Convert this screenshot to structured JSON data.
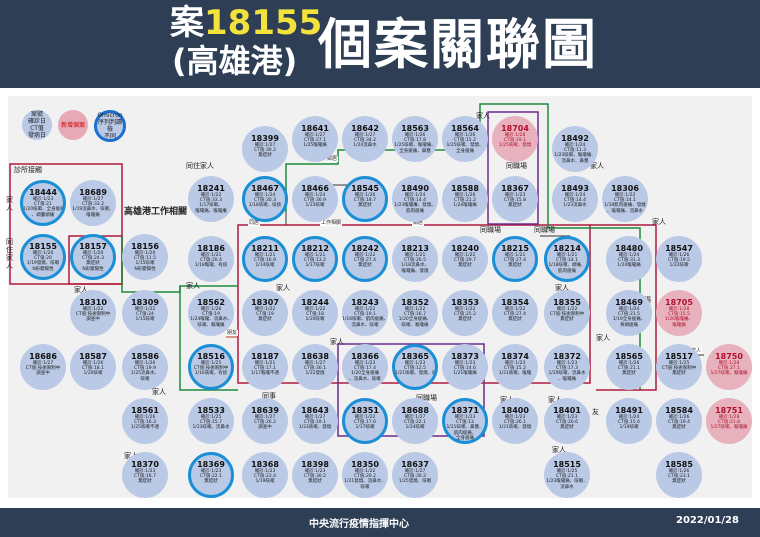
{
  "header": {
    "title_prefix": "案",
    "title_number": "18155",
    "title_sub": "(高雄港)",
    "title_right": "個案關聯圖"
  },
  "legend": {
    "confirmed": [
      "案號",
      "確診日",
      "CT值",
      "發病日"
    ],
    "new_case": "新增個案",
    "omicron": [
      "Omicron",
      "序列判讀檢",
      "不同"
    ]
  },
  "labels": {
    "clinic": "診所接觸",
    "family1": "家人",
    "cohabit": "同住家人",
    "port_work": "高雄港工作相關",
    "cohabit_person": "同住家人",
    "family_top": "家人",
    "colleague1": "同職場",
    "colleague2": "同職場",
    "colleague3": "同職場",
    "family_right": "家人",
    "family_mid": "家人",
    "family_mid2": "家人",
    "family_310": "家人",
    "family_left_bottom": "家人",
    "family_bottom": "家人",
    "family_right_mid": "家人",
    "friend": "友",
    "family_18366": "家人",
    "same_room": "同事",
    "same_ship": "同職場",
    "family_right2": "家人",
    "colleague_right": "同職場",
    "family_18561": "家人",
    "family_18400": "家人",
    "family_18401": "家人",
    "family_18515": "家人",
    "rel_a": "鄰居",
    "rel_b": "工作相關",
    "rel_c": "同車",
    "rel_d": "鄰居",
    "rel_e": "同居",
    "rel_f": "朋友",
    "rel_g": "家人",
    "rel_h": "同車"
  },
  "footer": {
    "org": "中央流行疫情指揮中心",
    "date": "2022/01/28"
  },
  "cases": [
    {
      "id": "18399",
      "l": [
        "確診:1/27",
        "CT值:30.2",
        "無症狀"
      ],
      "t": "normal"
    },
    {
      "id": "18641",
      "l": [
        "確診:1/27",
        "CT值:27.1",
        "1/25喉嚨痛"
      ],
      "t": "normal"
    },
    {
      "id": "18642",
      "l": [
        "確診:1/27",
        "CT值:34.2",
        "1/24流鼻水"
      ],
      "t": "normal"
    },
    {
      "id": "18563",
      "l": [
        "確診:1/26",
        "CT值:17.8",
        "1/25咳嗽、喉嚨痛、",
        "全身痠痛、鼻塞"
      ],
      "t": "normal"
    },
    {
      "id": "18564",
      "l": [
        "確診:1/26",
        "CT值:15.2",
        "1/25咳嗽、發燒、",
        "全身痠痛"
      ],
      "t": "normal"
    },
    {
      "id": "18704",
      "l": [
        "確診:1/28",
        "CT值:19.1",
        "1/25咳嗽、發燒"
      ],
      "t": "new"
    },
    {
      "id": "18492",
      "l": [
        "確診:1/24",
        "CT值:11.3",
        "1/23咳嗽、喉嚨痛、",
        "流鼻水、鼻塞"
      ],
      "t": "normal"
    },
    {
      "id": "18444",
      "l": [
        "確診:1/23",
        "CT值:21",
        "1/20咳嗽、全身痠痛",
        "、頭暈頭痛"
      ],
      "t": "omi"
    },
    {
      "id": "18689",
      "l": [
        "確診:1/27",
        "CT值:33.2",
        "1/19流鼻水、咳嗽、",
        "喉嚨痛"
      ],
      "t": "normal"
    },
    {
      "id": "18241",
      "l": [
        "確診:1/22",
        "CT值:33.3",
        "1/17咳嗽、",
        "喉嚨痛、喉嚨癢"
      ],
      "t": "normal"
    },
    {
      "id": "18467",
      "l": [
        "確診:1/24",
        "CT值:30.3",
        "1/18咳嗽、咳痰"
      ],
      "t": "omi"
    },
    {
      "id": "18466",
      "l": [
        "確診:1/24",
        "CT值:30.9",
        "1/23咳嗽"
      ],
      "t": "normal"
    },
    {
      "id": "18545",
      "l": [
        "確診:1/26",
        "CT值:18.7",
        "無症狀"
      ],
      "t": "omi"
    },
    {
      "id": "18490",
      "l": [
        "確診:1/24",
        "CT值:14.4",
        "1/23喉嚨癢、發燒、",
        "肌肉痠痛"
      ],
      "t": "normal"
    },
    {
      "id": "18588",
      "l": [
        "確診:1/26",
        "CT值:21.2",
        "1/24喉嚨痛"
      ],
      "t": "normal"
    },
    {
      "id": "18367",
      "l": [
        "確診:1/23",
        "CT值:15.8",
        "無症狀"
      ],
      "t": "normal"
    },
    {
      "id": "18493",
      "l": [
        "確診:1/24",
        "CT值:14.4",
        "1/23流鼻水"
      ],
      "t": "normal"
    },
    {
      "id": "18306",
      "l": [
        "確診:1/22",
        "CT值:14.1",
        "1/18肌肉痠痛、發燒",
        "、喉嚨痛、流鼻水"
      ],
      "t": "normal"
    },
    {
      "id": "18155",
      "l": [
        "確診:1/20",
        "CT值:20",
        "1/19發燒、咳嗽",
        "N形變陽性"
      ],
      "t": "omi"
    },
    {
      "id": "18157",
      "l": [
        "確診:1/20",
        "CT值:24.3",
        "無症狀",
        "N形變陽性"
      ],
      "t": "omi"
    },
    {
      "id": "18156",
      "l": [
        "確診:1/20",
        "CT值:11.5",
        "1/15咳嗽",
        "N形變陽性"
      ],
      "t": "normal"
    },
    {
      "id": "18186",
      "l": [
        "確診:1/21",
        "CT值:20.4",
        "1/18喉嚨、有痰"
      ],
      "t": "normal"
    },
    {
      "id": "18211",
      "l": [
        "確診:1/21",
        "CT值:16.9",
        "1/14咳嗽"
      ],
      "t": "omi"
    },
    {
      "id": "18212",
      "l": [
        "確診:1/21",
        "CT值:13.2",
        "1/17咳嗽"
      ],
      "t": "omi"
    },
    {
      "id": "18242",
      "l": [
        "確診:1/22",
        "CT值:27.4",
        "無症狀"
      ],
      "t": "omi"
    },
    {
      "id": "18213",
      "l": [
        "確診:1/21",
        "CT值:26.5",
        "1/18流鼻水、",
        "喉嚨痛、發燒"
      ],
      "t": "normal"
    },
    {
      "id": "18240",
      "l": [
        "確診:1/22",
        "CT值:29.7",
        "無症狀"
      ],
      "t": "normal"
    },
    {
      "id": "18215",
      "l": [
        "確診:1/21",
        "CT值:27.4",
        "無症狀"
      ],
      "t": "omi"
    },
    {
      "id": "18214",
      "l": [
        "確診:1/21",
        "CT值:14.1",
        "1/18咳嗽、頭痛、",
        "肌肉痠痛"
      ],
      "t": "omi"
    },
    {
      "id": "18480",
      "l": [
        "確診:1/24",
        "CT值:31.3",
        "1/24喉嚨痛"
      ],
      "t": "normal"
    },
    {
      "id": "18547",
      "l": [
        "確診:1/26",
        "CT值:19.5",
        "1/22咳嗽"
      ],
      "t": "normal"
    },
    {
      "id": "18310",
      "l": [
        "確診:1/22",
        "CT值:技術限制中",
        "調查中"
      ],
      "t": "normal"
    },
    {
      "id": "18309",
      "l": [
        "確診:1/22",
        "CT值:24",
        "1/15咳嗽"
      ],
      "t": "normal"
    },
    {
      "id": "18562",
      "l": [
        "確診:1/26",
        "CT值:19",
        "1/24喉嚨、流鼻水、",
        "咳嗽、喉嚨痛"
      ],
      "t": "normal"
    },
    {
      "id": "18307",
      "l": [
        "確診:1/22",
        "CT值:19",
        "無症狀"
      ],
      "t": "normal"
    },
    {
      "id": "18244",
      "l": [
        "確診:1/22",
        "CT值:18",
        "1/20咳嗽"
      ],
      "t": "normal"
    },
    {
      "id": "18243",
      "l": [
        "確診:1/22",
        "CT值:19.1",
        "1/16咳嗽、肌肉痠痛、",
        "流鼻水、咳嗽"
      ],
      "t": "normal"
    },
    {
      "id": "18352",
      "l": [
        "確診:1/22",
        "CT值:16.7",
        "1/20全身痠痛、",
        "咳嗽、喉嚨痛"
      ],
      "t": "normal"
    },
    {
      "id": "18353",
      "l": [
        "確診:1/22",
        "CT值:25.2",
        "無症狀"
      ],
      "t": "normal"
    },
    {
      "id": "18354",
      "l": [
        "確診:1/22",
        "CT值:27.4",
        "無症狀"
      ],
      "t": "normal"
    },
    {
      "id": "18355",
      "l": [
        "確診:1/22",
        "CT值:技術限制中",
        "無症狀"
      ],
      "t": "normal"
    },
    {
      "id": "18469",
      "l": [
        "確診:1/24",
        "CT值:21.5",
        "1/19全身痠痛、",
        "骨頭痠痛"
      ],
      "t": "normal"
    },
    {
      "id": "18705",
      "l": [
        "確診:1/28",
        "CT值:15.5",
        "1/26喉嚨癢、",
        "喉嚨痛"
      ],
      "t": "new"
    },
    {
      "id": "18686",
      "l": [
        "確診:1/27",
        "CT值:技術限制中",
        "調查中"
      ],
      "t": "normal"
    },
    {
      "id": "18587",
      "l": [
        "確診:1/26",
        "CT值:18.1",
        "1/20咳嗽"
      ],
      "t": "normal"
    },
    {
      "id": "18586",
      "l": [
        "確診:1/26",
        "CT值:19.9",
        "1/25流鼻水、",
        "咳嗽"
      ],
      "t": "normal"
    },
    {
      "id": "18516",
      "l": [
        "確診:1/25",
        "CT值:技術限制中",
        "1/16咳嗽、有痰"
      ],
      "t": "omi"
    },
    {
      "id": "18187",
      "l": [
        "確診:1/21",
        "CT值:17.1",
        "1/17喉嚨不適"
      ],
      "t": "normal"
    },
    {
      "id": "18638",
      "l": [
        "確診:1/27",
        "CT值:30.1",
        "1/22發燒"
      ],
      "t": "normal"
    },
    {
      "id": "18366",
      "l": [
        "確診:1/23",
        "CT值:17.4",
        "1/20全身痠痛",
        "、流鼻水、咳嗽"
      ],
      "t": "normal"
    },
    {
      "id": "18365",
      "l": [
        "確診:1/23",
        "CT值:12.5",
        "1/21咳嗽、發燒、頭痛"
      ],
      "t": "omi"
    },
    {
      "id": "18373",
      "l": [
        "確診:1/23",
        "CT值:14.6",
        "1/21喉嚨痛"
      ],
      "t": "normal"
    },
    {
      "id": "18374",
      "l": [
        "確診:1/23",
        "CT值:15.2",
        "1/21咳嗽、喉嚨"
      ],
      "t": "normal"
    },
    {
      "id": "18372",
      "l": [
        "確診:1/23",
        "CT值:17.3",
        "1/20咳嗽、流鼻水",
        "、喉嚨痛"
      ],
      "t": "normal"
    },
    {
      "id": "18565",
      "l": [
        "確診:1/26",
        "CT值:21.1",
        "無症狀"
      ],
      "t": "normal"
    },
    {
      "id": "18517",
      "l": [
        "確診:1/25",
        "CT值:技術限制中",
        "無症狀"
      ],
      "t": "normal"
    },
    {
      "id": "18750",
      "l": [
        "確診:1/28",
        "CT值:27.1",
        "1/27咳嗽、喉嚨痛"
      ],
      "t": "new"
    },
    {
      "id": "18561",
      "l": [
        "確診:1/26",
        "CT值:16.3",
        "1/25咳嗽不適"
      ],
      "t": "normal"
    },
    {
      "id": "18533",
      "l": [
        "確診:1/25",
        "CT值:15.7",
        "1/23咳嗽、流鼻水"
      ],
      "t": "normal"
    },
    {
      "id": "18639",
      "l": [
        "確診:1/27",
        "CT值:26.2",
        "調查中"
      ],
      "t": "normal"
    },
    {
      "id": "18643",
      "l": [
        "確診:1/27",
        "CT值:19.1",
        "1/23咳嗽、發燒"
      ],
      "t": "normal"
    },
    {
      "id": "18351",
      "l": [
        "確診:1/22",
        "CT值:17.6",
        "1/17咳嗽"
      ],
      "t": "omi"
    },
    {
      "id": "18688",
      "l": [
        "確診:1/27",
        "CT值:22.1",
        "1/24咳嗽"
      ],
      "t": "normal"
    },
    {
      "id": "18371",
      "l": [
        "確診:1/23",
        "CT值:13",
        "1/21咳嗽、鼻塞、",
        "肌肉痠痛、",
        "全身痠痛"
      ],
      "t": "omi"
    },
    {
      "id": "18400",
      "l": [
        "確診:1/23",
        "CT值:26.1",
        "1/21咳嗽、發燒"
      ],
      "t": "normal"
    },
    {
      "id": "18401",
      "l": [
        "確診:1/23",
        "CT值:20.6",
        "無症狀"
      ],
      "t": "normal"
    },
    {
      "id": "18491",
      "l": [
        "確診:1/24",
        "CT值:15.6",
        "1/19咳嗽"
      ],
      "t": "normal"
    },
    {
      "id": "18584",
      "l": [
        "確診:1/26",
        "CT值:19.4",
        "無症狀"
      ],
      "t": "normal"
    },
    {
      "id": "18751",
      "l": [
        "確診:1/28",
        "CT值:21.8",
        "1/27咳嗽、喉嚨痛"
      ],
      "t": "new"
    },
    {
      "id": "18370",
      "l": [
        "確診:1/23",
        "CT值:16.7",
        "無症狀"
      ],
      "t": "normal"
    },
    {
      "id": "18369",
      "l": [
        "確診:1/23",
        "CT值:22.1",
        "無症狀"
      ],
      "t": "omi"
    },
    {
      "id": "18368",
      "l": [
        "確診:1/23",
        "CT值:23.4",
        "1/19咳嗽"
      ],
      "t": "normal"
    },
    {
      "id": "18398",
      "l": [
        "確診:1/23",
        "CT值:30.2",
        "無症狀"
      ],
      "t": "normal"
    },
    {
      "id": "18350",
      "l": [
        "確診:1/22",
        "CT值:20.2",
        "1/21發燒、流鼻水、",
        "咳嗽"
      ],
      "t": "normal"
    },
    {
      "id": "18637",
      "l": [
        "確診:1/27",
        "CT值:30.2",
        "1/25發燒、咳嗽"
      ],
      "t": "normal"
    },
    {
      "id": "18515",
      "l": [
        "確診:1/25",
        "CT值:21.1",
        "1/23喉嚨痛、咳嗽、",
        "流鼻水"
      ],
      "t": "normal"
    },
    {
      "id": "18585",
      "l": [
        "確診:1/26",
        "CT值:23.1",
        "無症狀"
      ],
      "t": "normal"
    }
  ]
}
